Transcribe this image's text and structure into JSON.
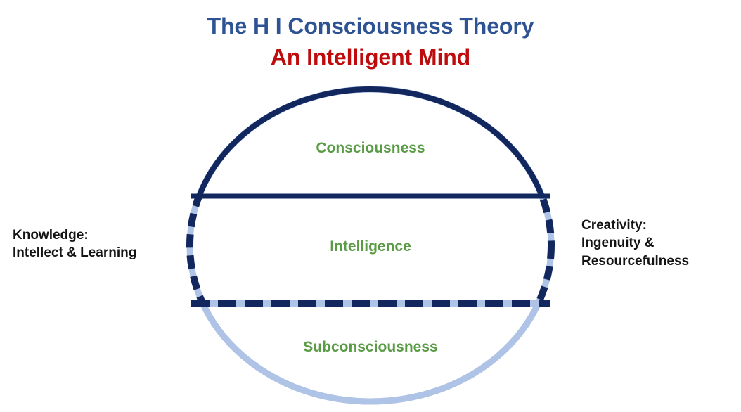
{
  "title": {
    "main": "The H I Consciousness Theory",
    "sub": "An Intelligent Mind",
    "main_color": "#2E5395",
    "sub_color": "#BE0B0B"
  },
  "diagram": {
    "type": "layered-circle",
    "label_color": "#5A9B46",
    "stroke_dark": "#12275E",
    "stroke_light": "#AEC3E6",
    "zones": [
      {
        "id": "consciousness",
        "label": "Consciousness",
        "position": "top",
        "boundary_style": "solid-dark"
      },
      {
        "id": "intelligence",
        "label": "Intelligence",
        "position": "middle",
        "boundary_style": "dashed-dark"
      },
      {
        "id": "subconsciousness",
        "label": "Subconsciousness",
        "position": "bottom",
        "boundary_style": "solid-light"
      }
    ],
    "dividers": [
      {
        "id": "consciousness-intelligence",
        "style": "solid"
      },
      {
        "id": "intelligence-subconsciousness",
        "style": "dashed"
      }
    ]
  },
  "annotations": {
    "left": {
      "heading": "Knowledge:",
      "detail": "Intellect & Learning"
    },
    "right": {
      "heading": "Creativity:",
      "detail_line1": "Ingenuity &",
      "detail_line2": "Resourcefulness"
    }
  }
}
